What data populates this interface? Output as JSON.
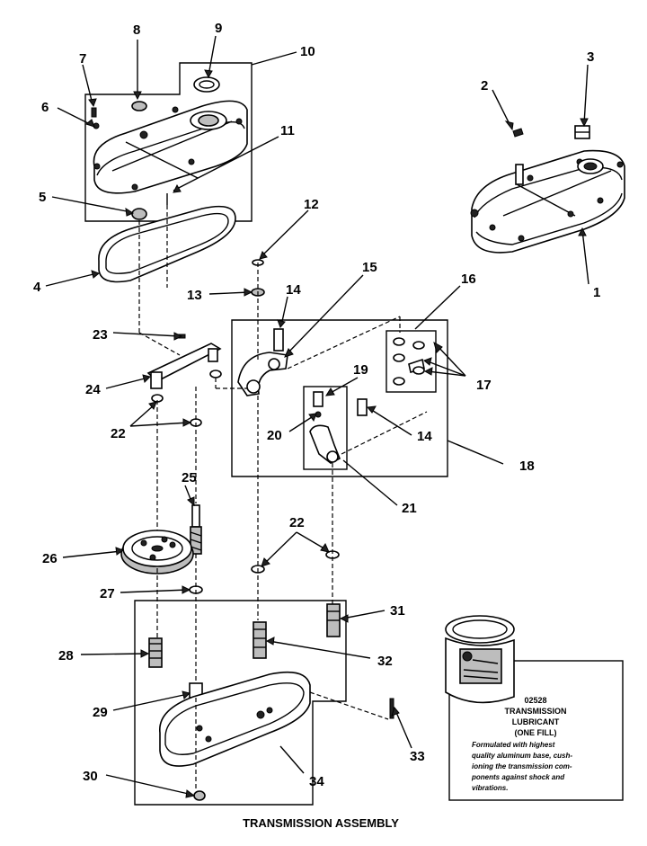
{
  "title": "TRANSMISSION ASSEMBLY",
  "labels": [
    "1",
    "2",
    "3",
    "4",
    "5",
    "6",
    "7",
    "8",
    "9",
    "10",
    "11",
    "12",
    "13",
    "14",
    "14",
    "15",
    "16",
    "17",
    "18",
    "19",
    "20",
    "21",
    "22",
    "22",
    "23",
    "24",
    "25",
    "26",
    "27",
    "28",
    "29",
    "30",
    "31",
    "32",
    "33",
    "34"
  ],
  "lubricant": {
    "part_no": "02528",
    "name_line1": "TRANSMISSION",
    "name_line2": "LUBRICANT",
    "name_line3": "(ONE FILL)",
    "description": [
      "Formulated with highest",
      "quality aluminum base, cush-",
      "ioning the transmission com-",
      "ponents against shock and",
      "vibrations."
    ]
  }
}
